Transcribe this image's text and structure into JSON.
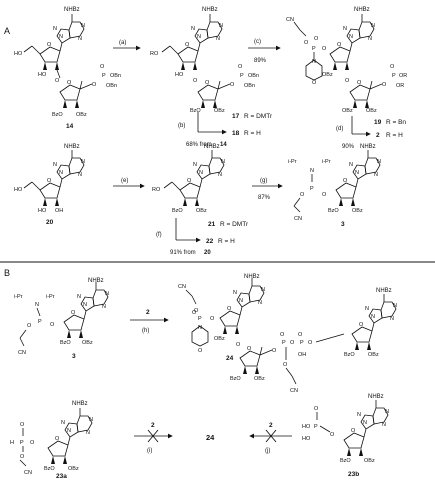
{
  "panels": [
    "A",
    "B"
  ],
  "labels": {
    "nhbz": "NHBz",
    "ho": "HO",
    "oh": "OH",
    "ro": "RO",
    "o": "O",
    "p": "P",
    "h": "H",
    "n": "N",
    "obz": "OBz",
    "bzo": "BzO",
    "obn": "OBn",
    "or": "OR",
    "cn": "CN",
    "ipr": "i-Pr",
    "hoo": "HO"
  },
  "compounds": {
    "c14": "14",
    "c17": "17",
    "c17r": "R = DMTr",
    "c18": "18",
    "c18r": "R = H",
    "c19": "19",
    "c19r": "R = Bn",
    "c2": "2",
    "c2r": "R = H",
    "c20": "20",
    "c21": "21",
    "c21r": "R = DMTr",
    "c22": "22",
    "c22r": "R = H",
    "c3": "3",
    "c24": "24",
    "c23a": "23a",
    "c23b": "23b"
  },
  "steps": {
    "a": "(a)",
    "b": "(b)",
    "c": "(c)",
    "d": "(d)",
    "e": "(e)",
    "f": "(f)",
    "g": "(g)",
    "h": "(h)",
    "i": "(i)",
    "j": "(j)"
  },
  "reagent": "2",
  "yields": {
    "b": "68% from",
    "b_ref": "14",
    "c": "89%",
    "d": "90%",
    "f": "91% from",
    "f_ref": "20",
    "g": "87%"
  }
}
